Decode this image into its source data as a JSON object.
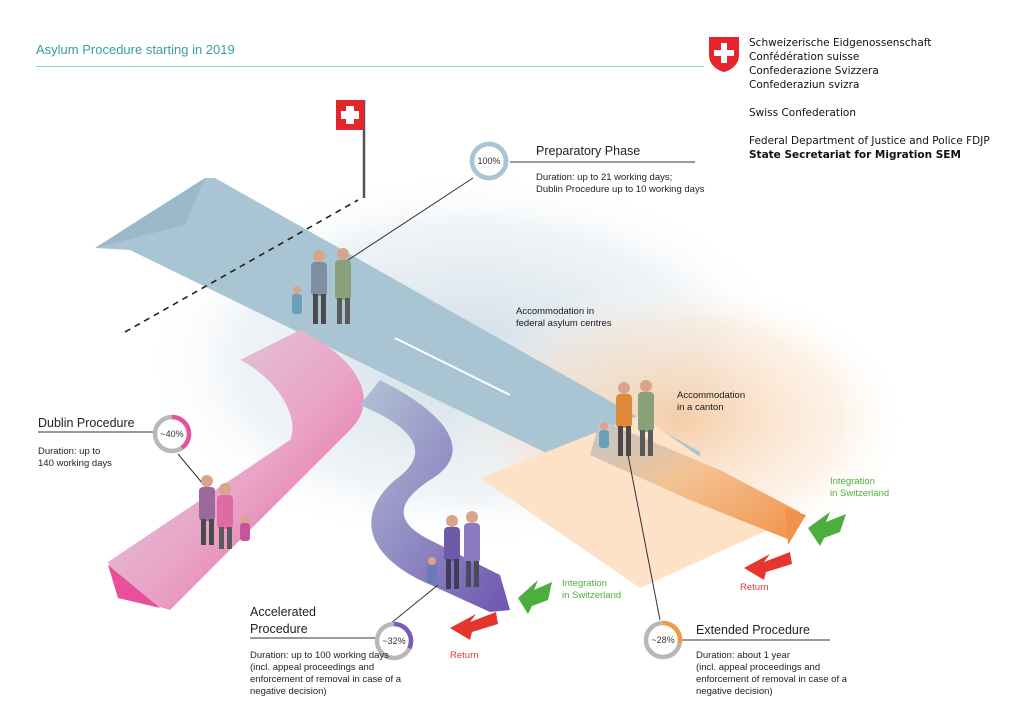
{
  "title": "Asylum Procedure starting in 2019",
  "confederation": {
    "languages": [
      "Schweizerische Eidgenossenschaft",
      "Confédération suisse",
      "Confederazione Svizzera",
      "Confederaziun svizra"
    ],
    "name": "Swiss Confederation",
    "department": "Federal Department of Justice and Police FDJP",
    "secretariat": "State Secretariat for Migration SEM"
  },
  "colors": {
    "teal": "#3a9d9a",
    "blue_path": "#a9c4d2",
    "pink": "#e8519a",
    "purple": "#7b5bb5",
    "orange": "#f29a43",
    "green": "#4caf3d",
    "red": "#e4352f",
    "swiss_red": "#e4252b"
  },
  "preparatory": {
    "label": "Preparatory Phase",
    "percent": "100%",
    "duration_lines": [
      "Duration: up to 21 working days;",
      "Dublin Procedure up to 10 working days"
    ]
  },
  "federal_accommodation": {
    "lines": [
      "Accommodation in",
      "federal asylum centres"
    ]
  },
  "canton_accommodation": {
    "lines": [
      "Accommodation",
      "in a canton"
    ]
  },
  "dublin": {
    "label": "Dublin Procedure",
    "percent": "~40%",
    "share": 0.4,
    "duration_lines": [
      "Duration: up to",
      "140 working days"
    ]
  },
  "accelerated": {
    "label_lines": [
      "Accelerated",
      "Procedure"
    ],
    "percent": "~32%",
    "share": 0.32,
    "duration_lines": [
      "Duration: up to 100 working days",
      "(incl. appeal proceedings and",
      "enforcement of removal in case of a",
      "negative decision)"
    ]
  },
  "extended": {
    "label": "Extended Procedure",
    "percent": "~28%",
    "share": 0.28,
    "duration_lines": [
      "Duration: about 1 year",
      "(incl. appeal proceedings and",
      "enforcement of removal in case of a",
      "negative decision)"
    ]
  },
  "outcomes_accelerated": {
    "integration_lines": [
      "Integration",
      "in Switzerland"
    ],
    "return": "Return"
  },
  "outcomes_extended": {
    "integration_lines": [
      "Integration",
      "in Switzerland"
    ],
    "return": "Return"
  }
}
